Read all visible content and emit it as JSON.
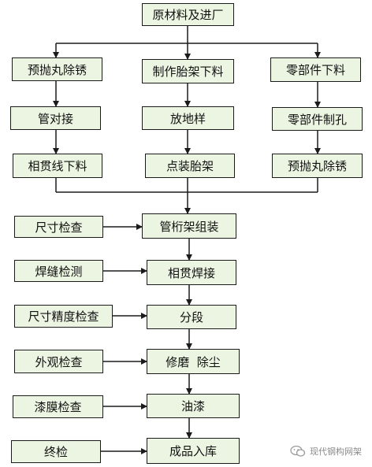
{
  "colors": {
    "box_fill": "#ebf5e2",
    "line": "#1b1b1b",
    "watermark": "#8a8a8a"
  },
  "nodes": {
    "raw": "原材料及进厂",
    "col1_1": "预抛丸除锈",
    "col2_1": "制作胎架下料",
    "col3_1": "零部件下料",
    "col1_2": "管对接",
    "col2_2": "放地样",
    "col3_2": "零部件制孔",
    "col1_3": "相贯线下料",
    "col2_3": "点装胎架",
    "col3_3": "预抛丸除锈",
    "assemble": "管桁架组装",
    "weld": "相贯焊接",
    "segment": "分段",
    "grind": "修磨  除尘",
    "paint": "油漆",
    "store": "成品入库"
  },
  "checks": {
    "size": "尺寸检查",
    "weld_test": "焊缝检测",
    "precision": "尺寸精度检查",
    "appearance": "外观检查",
    "film": "漆膜检查",
    "final": "终检"
  },
  "watermark": {
    "text": "现代钢构网架",
    "icon": "wechat-icon"
  }
}
